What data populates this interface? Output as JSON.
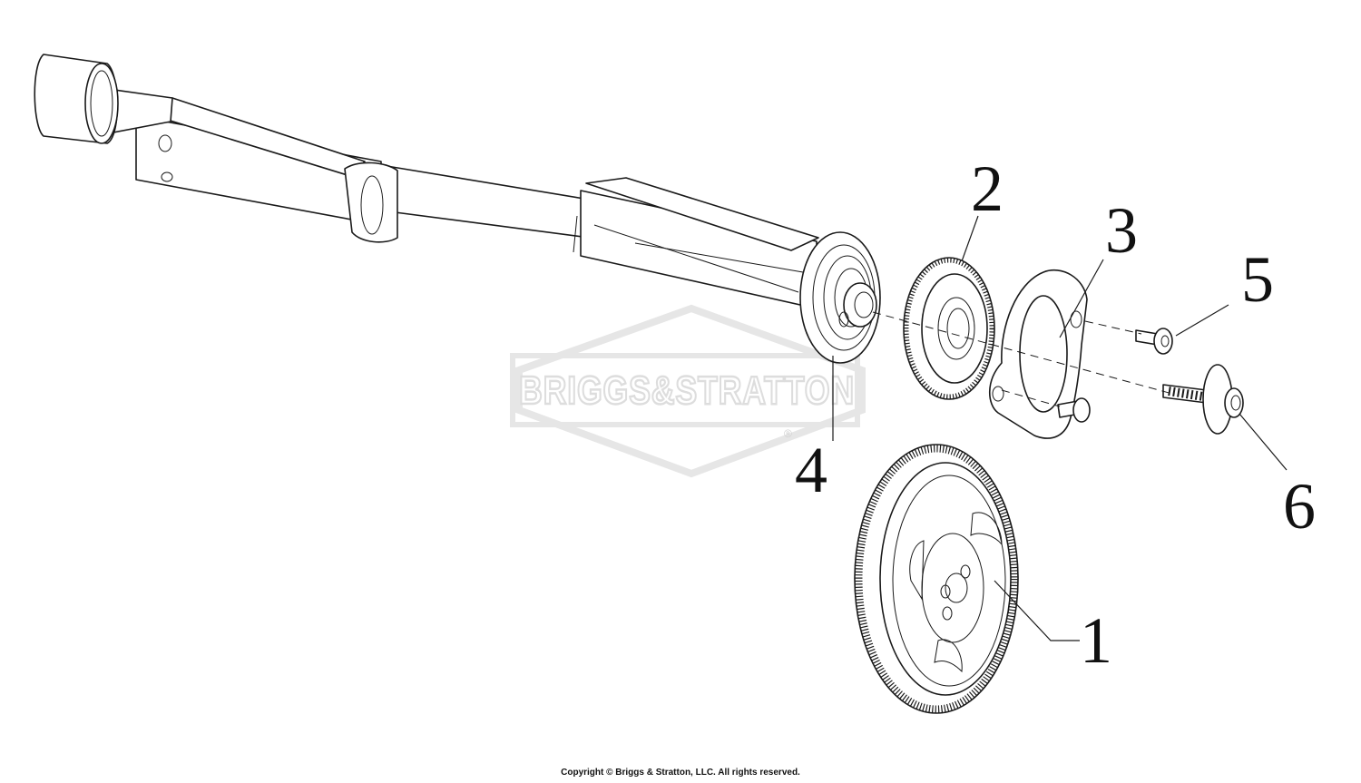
{
  "diagram": {
    "watermark": {
      "brand": "BRIGGS&STRATTON",
      "registered_mark": "®"
    },
    "callouts": [
      {
        "id": "1",
        "part": "large-gear-icon"
      },
      {
        "id": "2",
        "part": "small-gear-icon"
      },
      {
        "id": "3",
        "part": "retainer-plate-icon"
      },
      {
        "id": "4",
        "part": "shaft-end-bearing-icon"
      },
      {
        "id": "5",
        "part": "small-screw-icon"
      },
      {
        "id": "6",
        "part": "flange-bolt-icon"
      }
    ]
  },
  "footer": {
    "copyright": "Copyright © Briggs & Stratton, LLC. All rights reserved."
  }
}
